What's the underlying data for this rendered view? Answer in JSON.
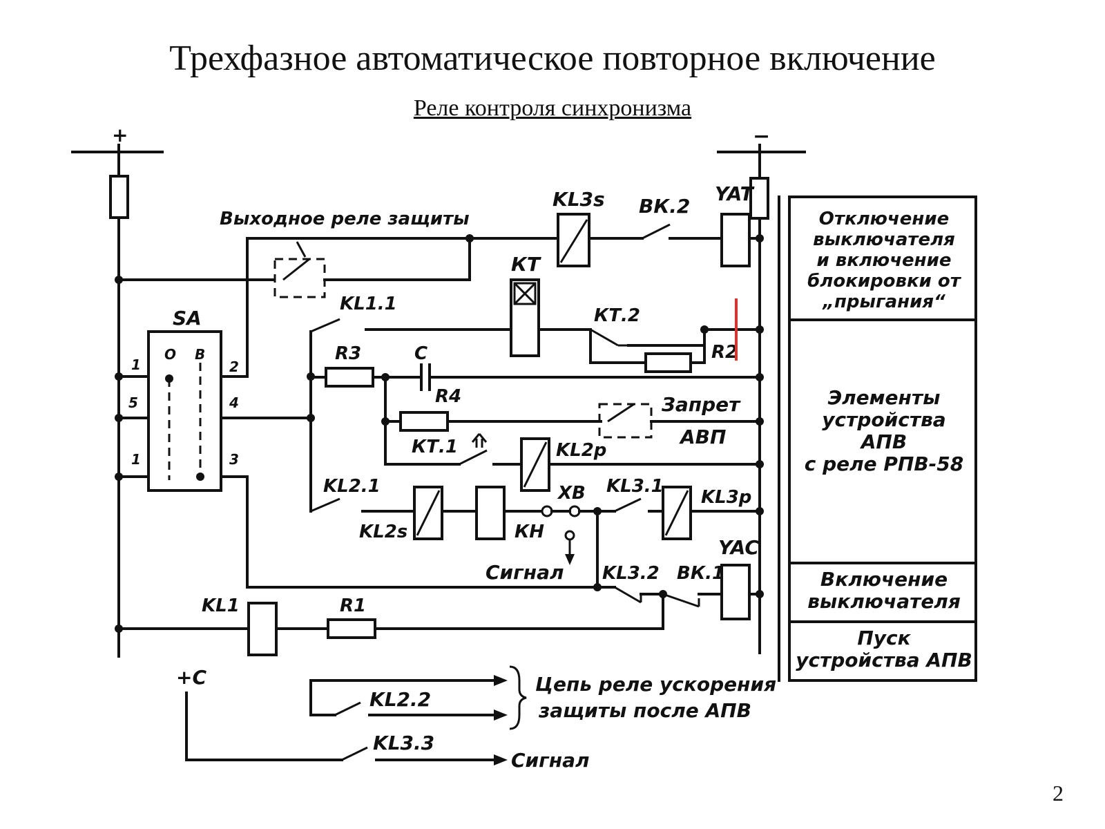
{
  "slide": {
    "title": "Трехфазное автоматическое повторное включение",
    "subtitle": "Реле контроля синхронизма",
    "page_number": "2"
  },
  "bus": {
    "plus": "+",
    "minus": "−",
    "plus_c": "+C"
  },
  "labels": {
    "output_relay": "Выходное реле защиты",
    "sa": "SA",
    "sa_o": "О",
    "sa_v": "В",
    "sa_1a": "1",
    "sa_5": "5",
    "sa_1b": "1",
    "sa_2": "2",
    "sa_4": "4",
    "sa_3": "3",
    "kl3s": "KL3s",
    "vk2": "ВК.2",
    "yat": "YAT",
    "kt": "КТ",
    "kl11": "KL1.1",
    "kt2": "КТ.2",
    "r2": "R2",
    "r3": "R3",
    "c": "C",
    "r4": "R4",
    "zapret": "Запрет",
    "avp": "АВП",
    "kt1": "КТ.1",
    "kl2p": "KL2р",
    "kl21": "KL2.1",
    "kl2s": "KL2s",
    "kh": "КН",
    "xb": "ХВ",
    "signal1": "Сигнал",
    "kl31": "KL3.1",
    "kl3p": "KL3р",
    "kl32": "KL3.2",
    "vk1": "ВК.1",
    "yac": "YAC",
    "kl1": "KL1",
    "r1": "R1",
    "kl22": "KL2.2",
    "kl33": "KL3.3",
    "signal2": "Сигнал",
    "accel_1": "Цепь реле ускорения",
    "accel_2": "защиты после АПВ"
  },
  "side_panel": {
    "block1": [
      "Отключение",
      "выключателя",
      "и включение",
      "блокировки от",
      "„прыгания“"
    ],
    "block2": [
      "Элементы",
      "устройства",
      "АПВ",
      "с реле   РПВ-58"
    ],
    "block3": [
      "Включение",
      "выключателя"
    ],
    "block4": [
      "Пуск",
      "устройства АПВ"
    ]
  }
}
